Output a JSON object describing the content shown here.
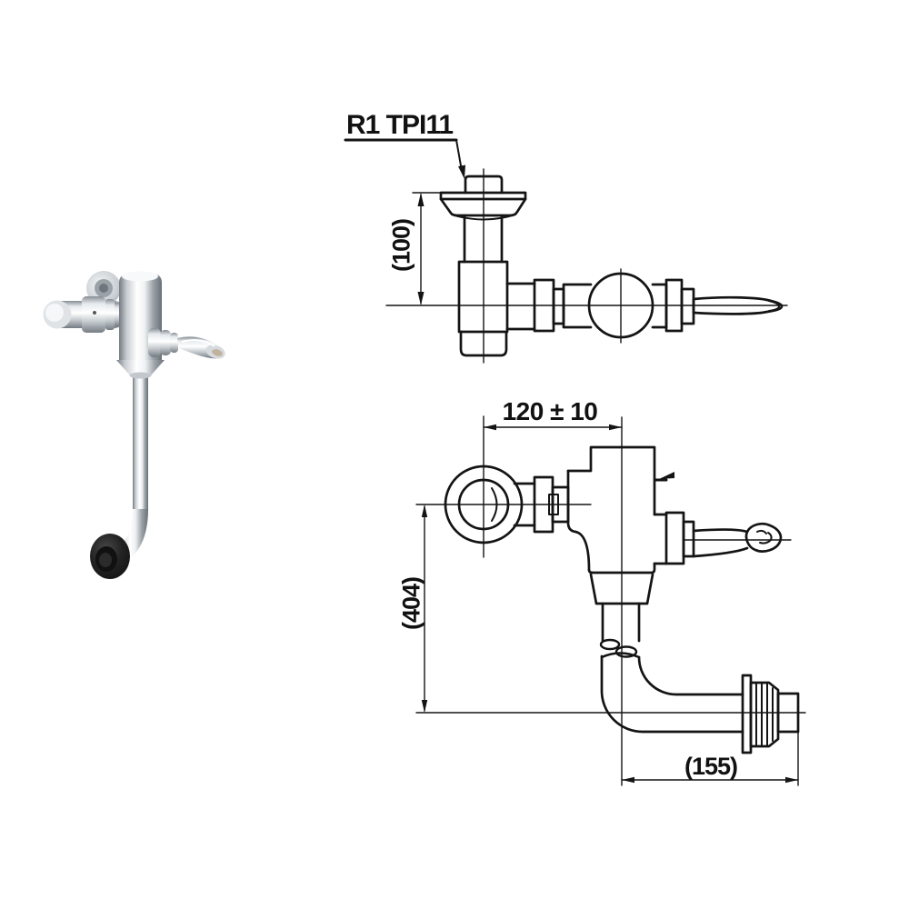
{
  "page": {
    "background": "#ffffff"
  },
  "drawing": {
    "labels": {
      "thread": "R1 TPI11",
      "inlet_height": "(100)",
      "offset_width": "120 ± 10",
      "overall_height": "(404)",
      "outlet_depth": "(155)"
    },
    "line_color": "#141414",
    "text_color": "#111111"
  },
  "photo": {
    "finish_chrome_highlight": "#ffffff",
    "finish_chrome_shadow": "#6f767d",
    "rubber_gasket_color": "#161616"
  }
}
